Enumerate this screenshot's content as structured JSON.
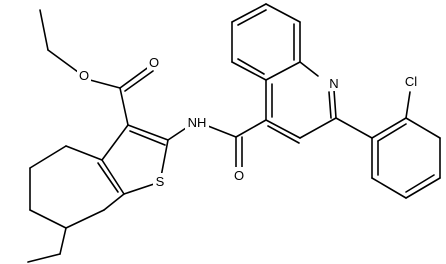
{
  "molecule": {
    "atoms": {
      "O_ether": "O",
      "O_ester": "O",
      "NH": "NH",
      "S": "S",
      "N_ring": "N",
      "Cl": "Cl",
      "O_amide": "O"
    }
  }
}
